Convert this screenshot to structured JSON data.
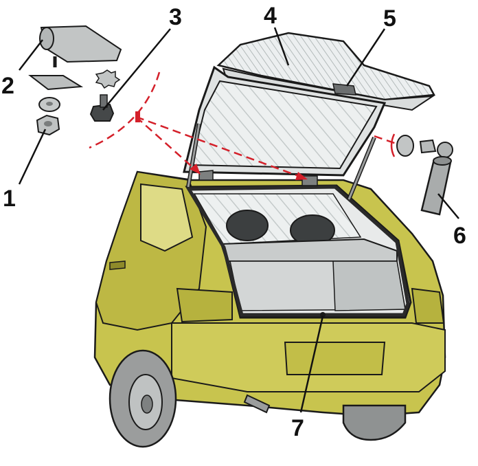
{
  "colors": {
    "body": "#c8c44e",
    "body_dark": "#8e8a2a",
    "body_light": "#dedb86",
    "glass": "#e6eaea",
    "hatch": "#9aa2a2",
    "part_gray": "#b9bcbc",
    "dark": "#2a2a2a",
    "red_dash": "#d4202a",
    "interior": "#cfd2d2",
    "tire": "#9b9d9d",
    "outline": "#1a1a1a"
  },
  "callouts": [
    {
      "id": "1",
      "label": "1"
    },
    {
      "id": "2",
      "label": "2"
    },
    {
      "id": "3",
      "label": "3"
    },
    {
      "id": "4",
      "label": "4"
    },
    {
      "id": "5",
      "label": "5"
    },
    {
      "id": "6",
      "label": "6"
    },
    {
      "id": "7",
      "label": "7"
    }
  ]
}
